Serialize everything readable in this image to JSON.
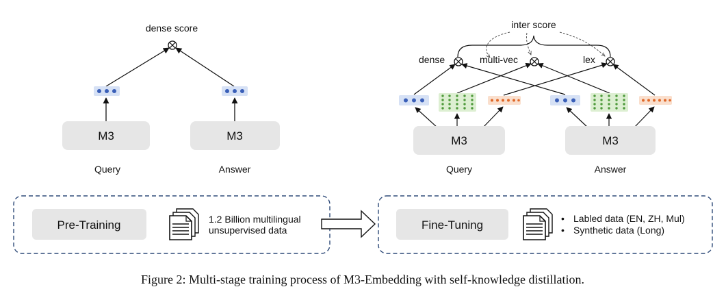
{
  "left_diagram": {
    "score_label": "dense score",
    "model_left": "M3",
    "model_right": "M3",
    "input_left": "Query",
    "input_right": "Answer"
  },
  "right_diagram": {
    "inter_score_label": "inter score",
    "dense_label": "dense",
    "multivec_label": "multi-vec",
    "lex_label": "lex",
    "model_left": "M3",
    "model_right": "M3",
    "input_left": "Query",
    "input_right": "Answer"
  },
  "stages": {
    "pretraining_label": "Pre-Training",
    "pretraining_data_line1": "1.2 Billion multilingual",
    "pretraining_data_line2": "unsupervised data",
    "finetuning_label": "Fine-Tuning",
    "finetuning_bullets": [
      "Labled data (EN, ZH, Mul)",
      "Synthetic data (Long)"
    ]
  },
  "caption": "Figure 2: Multi-stage training process of M3-Embedding with self-knowledge distillation.",
  "colors": {
    "dense": "#3a5fb8",
    "dense_bg": "#d6e1f5",
    "multivec": "#4f9a3c",
    "multivec_bg": "#ddefd2",
    "lex": "#e0692a",
    "lex_bg": "#fadfcd",
    "model_box": "#e6e6e6",
    "dashed": "#2e4a78"
  }
}
